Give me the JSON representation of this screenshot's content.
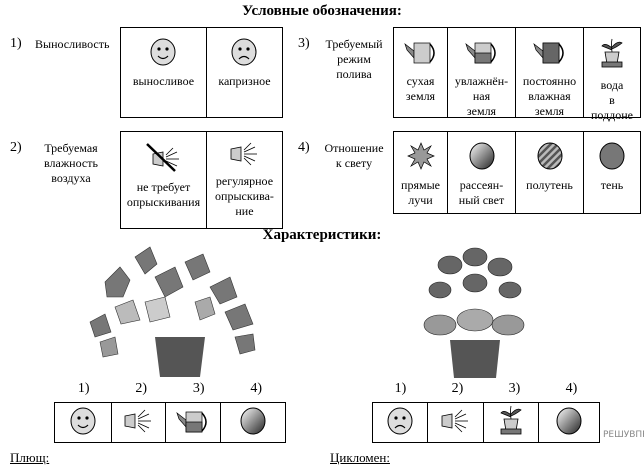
{
  "legend": {
    "title": "Условные обозначения:",
    "sections": [
      {
        "num": "1)",
        "label_lines": [
          "Выносливость"
        ],
        "items": [
          {
            "icon": "smile-face-icon",
            "lines": [
              "выносливое"
            ]
          },
          {
            "icon": "sad-face-icon",
            "lines": [
              "капризное"
            ]
          }
        ]
      },
      {
        "num": "2)",
        "label_lines": [
          "Требуемая",
          "влажность",
          "воздуха"
        ],
        "items": [
          {
            "icon": "no-spray-icon",
            "lines": [
              "не требует",
              "опрыскивания"
            ]
          },
          {
            "icon": "spray-icon",
            "lines": [
              "регулярное",
              "опрыскива-",
              "ние"
            ]
          }
        ]
      },
      {
        "num": "3)",
        "label_lines": [
          "Требуемый",
          "режим",
          "полива"
        ],
        "items": [
          {
            "icon": "watering-can-empty-icon",
            "lines": [
              "сухая",
              "земля"
            ]
          },
          {
            "icon": "watering-can-half-icon",
            "lines": [
              "увлажнён-",
              "ная",
              "земля"
            ]
          },
          {
            "icon": "watering-can-full-icon",
            "lines": [
              "постоянно",
              "влажная",
              "земля"
            ]
          },
          {
            "icon": "pot-tray-icon",
            "lines": [
              "вода",
              "в",
              "поддоне"
            ]
          }
        ]
      },
      {
        "num": "4)",
        "label_lines": [
          "Отношение",
          "к свету"
        ],
        "items": [
          {
            "icon": "sun-burst-icon",
            "lines": [
              "прямые",
              "лучи"
            ]
          },
          {
            "icon": "gradient-circle-icon",
            "lines": [
              "рассеян-",
              "ный свет"
            ]
          },
          {
            "icon": "striped-circle-icon",
            "lines": [
              "полутень"
            ]
          },
          {
            "icon": "dark-circle-icon",
            "lines": [
              "тень"
            ]
          }
        ]
      }
    ]
  },
  "characteristics": {
    "title": "Характеристики:",
    "column_labels": [
      "1)",
      "2)",
      "3)",
      "4)"
    ],
    "plants": [
      {
        "name": "Плющ:",
        "icons": [
          "smile-face-icon",
          "spray-icon",
          "watering-can-half-icon",
          "gradient-circle-icon"
        ]
      },
      {
        "name": "Цикломен:",
        "icons": [
          "sad-face-icon",
          "spray-icon",
          "pot-tray-icon",
          "gradient-circle-icon"
        ]
      }
    ]
  },
  "watermark": "РЕШУВПР.РФ"
}
